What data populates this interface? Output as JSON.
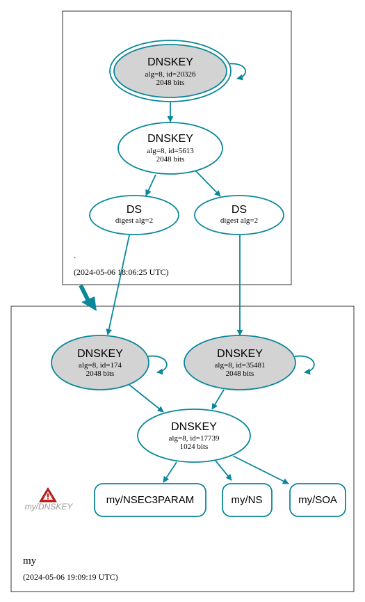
{
  "colors": {
    "edge": "#0a879a",
    "node_fill_trust": "#d3d3d3",
    "node_fill_plain": "#ffffff",
    "cluster_border": "#000000",
    "warning_red": "#cc2222",
    "warning_text": "#9a9a9a"
  },
  "root_zone": {
    "name": ".",
    "timestamp": "(2024-05-06 18:06:25 UTC)",
    "ksk": {
      "title": "DNSKEY",
      "line1": "alg=8, id=20326",
      "line2": "2048 bits"
    },
    "zsk": {
      "title": "DNSKEY",
      "line1": "alg=8, id=5613",
      "line2": "2048 bits"
    },
    "ds_left": {
      "title": "DS",
      "line1": "digest alg=2"
    },
    "ds_right": {
      "title": "DS",
      "line1": "digest alg=2"
    }
  },
  "my_zone": {
    "name": "my",
    "timestamp": "(2024-05-06 19:09:19 UTC)",
    "ksk_left": {
      "title": "DNSKEY",
      "line1": "alg=8, id=174",
      "line2": "2048 bits"
    },
    "ksk_right": {
      "title": "DNSKEY",
      "line1": "alg=8, id=35481",
      "line2": "2048 bits"
    },
    "zsk": {
      "title": "DNSKEY",
      "line1": "alg=8, id=17739",
      "line2": "1024 bits"
    },
    "rr_nsec3param": "my/NSEC3PARAM",
    "rr_ns": "my/NS",
    "rr_soa": "my/SOA",
    "warning_label": "my/DNSKEY",
    "warning_icon": "warning-triangle-icon"
  }
}
